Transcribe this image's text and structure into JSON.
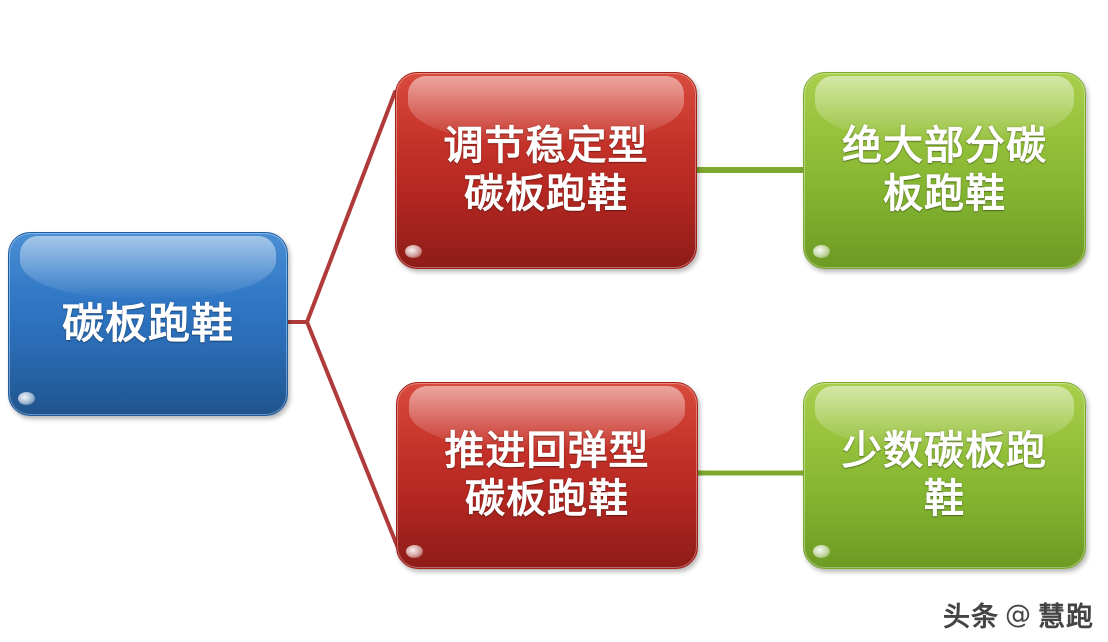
{
  "diagram": {
    "background_color": "#ffffff",
    "root": {
      "id": "root",
      "label": "碳板跑鞋",
      "color": "#2f76c4",
      "color_name": "blue"
    },
    "branches": [
      {
        "id": "branch-top",
        "middle": {
          "id": "mid-top",
          "label": "调节稳定型\n碳板跑鞋",
          "color": "#c6332a",
          "color_name": "red"
        },
        "leaf": {
          "id": "leaf-top",
          "label": "绝大部分碳\n板跑鞋",
          "color": "#94c03a",
          "color_name": "green"
        }
      },
      {
        "id": "branch-bottom",
        "middle": {
          "id": "mid-bottom",
          "label": "推进回弹型\n碳板跑鞋",
          "color": "#c6332a",
          "color_name": "red"
        },
        "leaf": {
          "id": "leaf-bottom",
          "label": "少数碳板跑\n鞋",
          "color": "#94c03a",
          "color_name": "green"
        }
      }
    ],
    "connectors": {
      "root_to_middle_color": "#b03a3a",
      "middle_to_leaf_color": "#7fa82e"
    }
  },
  "watermark": {
    "platform": "头条",
    "at_symbol": "@",
    "account": "慧跑"
  }
}
